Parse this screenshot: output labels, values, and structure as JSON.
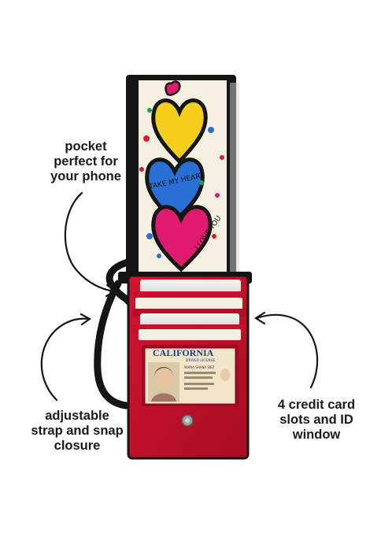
{
  "colors": {
    "background": "#ffffff",
    "wallet_red": "#c8102e",
    "wallet_red_dark": "#9e0b22",
    "trim_black": "#151515",
    "caption_text": "#1a1a1a",
    "cream_panel": "#f5efe2"
  },
  "captions": {
    "pocket": [
      "pocket",
      "perfect for",
      "your phone"
    ],
    "strap": [
      "adjustable",
      "strap and snap",
      "closure"
    ],
    "cards": [
      "4 credit card",
      "slots and ID",
      "window"
    ]
  },
  "id_card": {
    "state": "CALIFORNIA",
    "type": "DRIVER LICENSE",
    "name": "MARIA SHANA SIEZ"
  },
  "artwork": {
    "texts": [
      "TAKE MY HEART",
      "I LOVE YOU"
    ]
  }
}
